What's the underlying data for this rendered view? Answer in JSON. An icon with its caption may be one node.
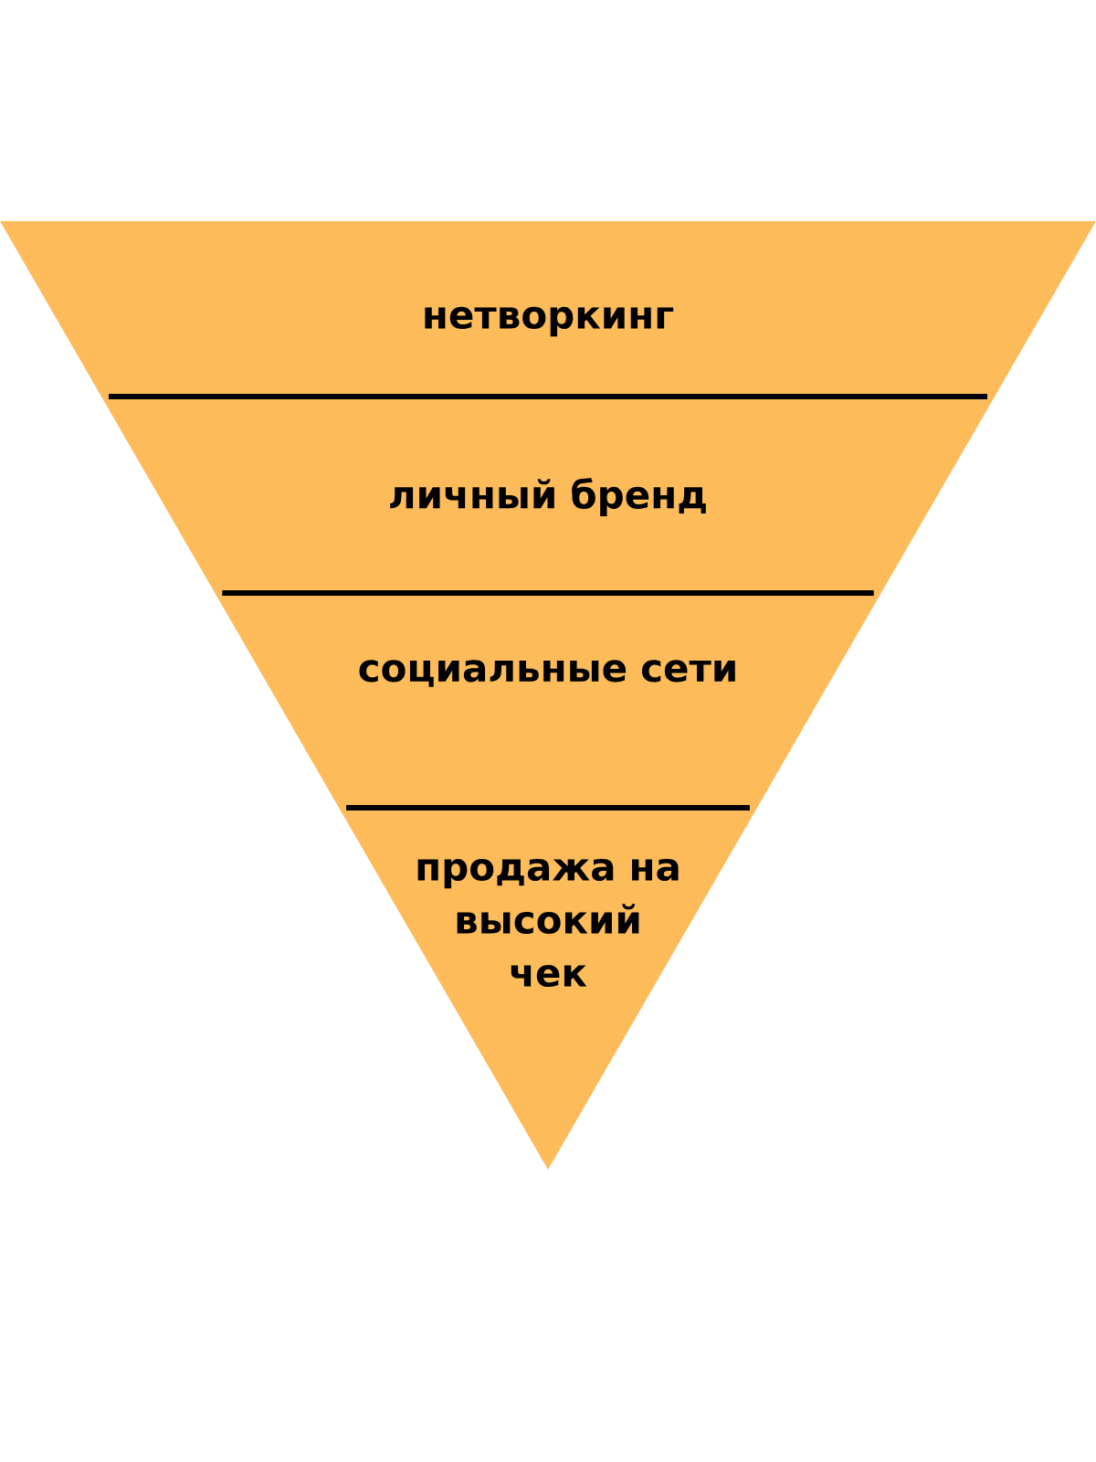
{
  "diagram": {
    "nodes": [
      {
        "text": [
          "нетворкинг"
        ]
      },
      {
        "text": [
          "личный бренд"
        ]
      },
      {
        "text": [
          "социальные сети"
        ]
      },
      {
        "text": [
          "продажа на высокий чек"
        ]
      }
    ]
  }
}
